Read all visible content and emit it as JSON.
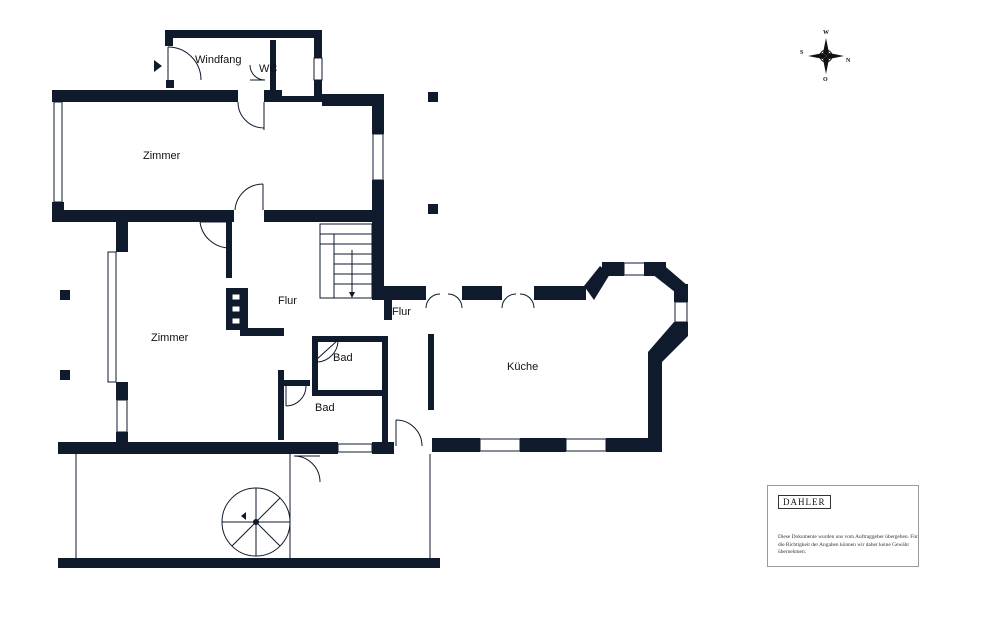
{
  "rooms": {
    "windfang": "Windfang",
    "wc": "WC",
    "zimmer_top": "Zimmer",
    "zimmer_left": "Zimmer",
    "flur_main": "Flur",
    "flur_small": "Flur",
    "bad_upper": "Bad",
    "bad_lower": "Bad",
    "kueche": "Küche"
  },
  "compass": {
    "north": "N",
    "south": "S",
    "west": "W",
    "east": "O"
  },
  "brand": "DAHLER",
  "disclaimer": "Diese Dokumente wurden uns vom Auftraggeber übergeben. Für die Richtigkeit der Angaben können wir daher keine Gewähr übernehmen.",
  "colors": {
    "wall": "#0f1a2c",
    "background": "#ffffff"
  }
}
